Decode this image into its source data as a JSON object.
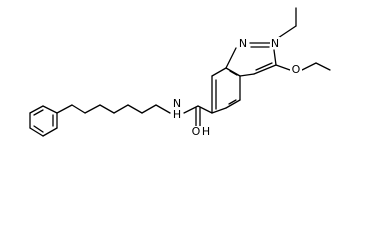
{
  "structure": {
    "atom_labels": {
      "n1": "N",
      "n2": "N",
      "amide_n": "N",
      "amide_h": "H",
      "ether_o": "O",
      "carbonyl_o": "O",
      "carbonyl_h": "H"
    },
    "colors": {
      "bond": "#000000",
      "label": "#000000",
      "background": "#ffffff"
    }
  }
}
